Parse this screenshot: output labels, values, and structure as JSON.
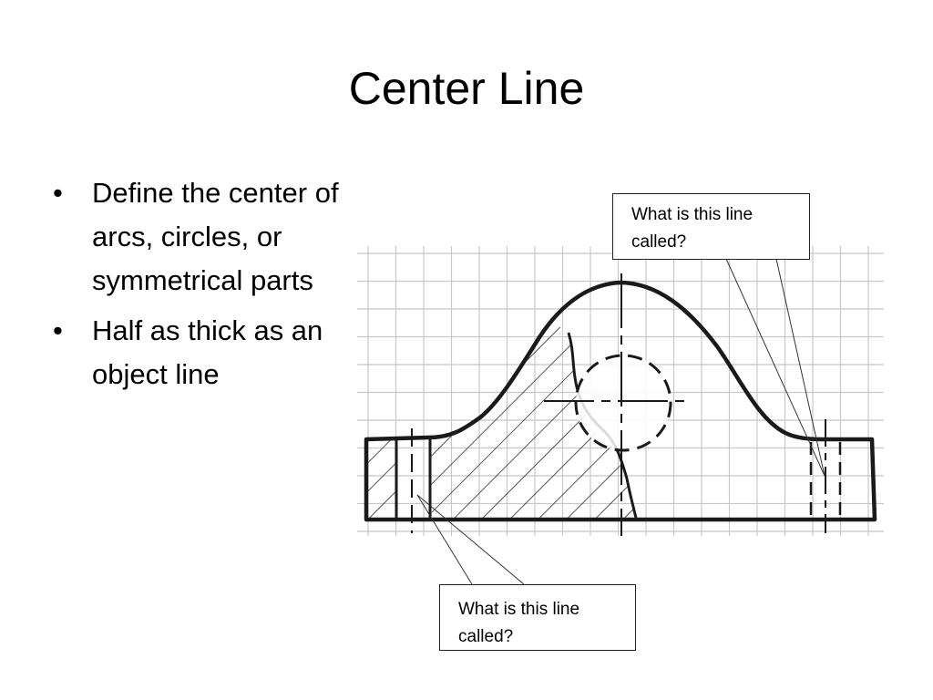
{
  "slide": {
    "title": "Center Line",
    "bullets": [
      "Define the center of arcs, circles, or symmetrical parts",
      "Half as thick as an object line"
    ],
    "bullet_glyph": "•"
  },
  "diagram": {
    "description_icon": "hand-sketched-part-drawing-icon",
    "callouts": {
      "top": "What is this line called?",
      "bottom": "What is this line called?"
    }
  },
  "colors": {
    "background": "#ffffff",
    "ink": "#1a1a1a",
    "grid": "#c8c8c8",
    "text": "#000000"
  }
}
